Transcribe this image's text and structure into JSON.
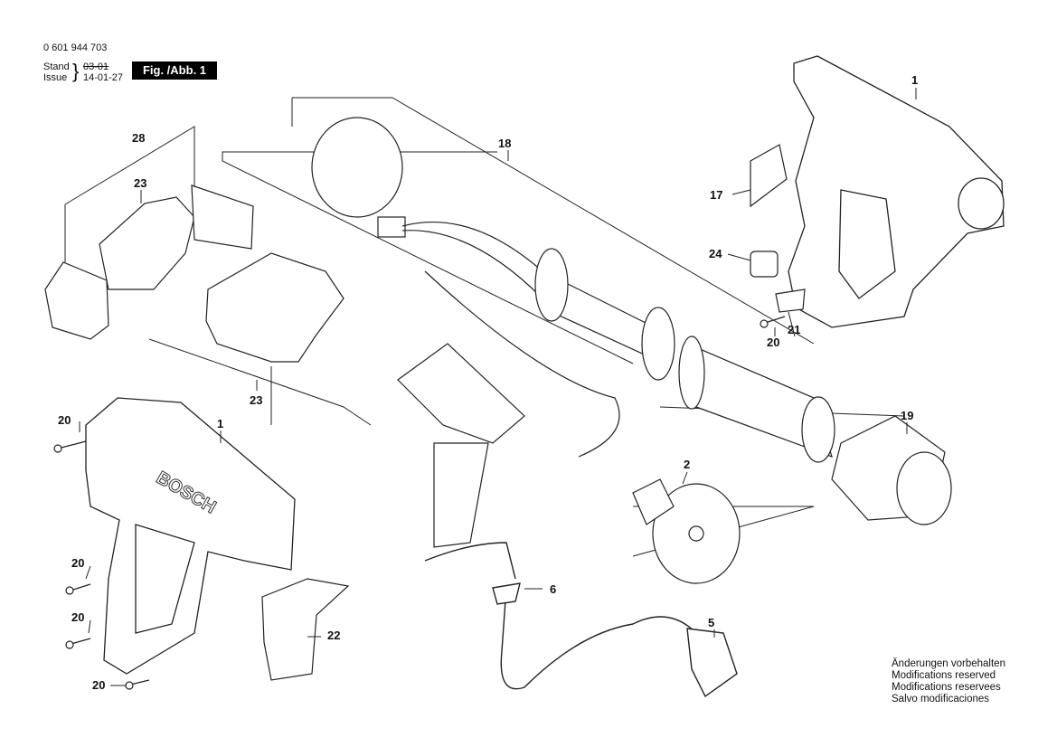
{
  "header": {
    "part_number": "0 601 944 703",
    "stand_label": "Stand",
    "issue_label": "Issue",
    "stand_date": "03-01",
    "issue_date": "14-01-27",
    "figure_label": "Fig. /Abb. 1"
  },
  "brand_mark": "BOSCH",
  "callouts": [
    "1",
    "1",
    "2",
    "5",
    "6",
    "17",
    "18",
    "19",
    "20",
    "20",
    "20",
    "20",
    "20",
    "21",
    "22",
    "23",
    "23",
    "24",
    "28"
  ],
  "notes": [
    "Änderungen vorbehalten",
    "Modifications reserved",
    "Modifications reservees",
    "Salvo modificaciones"
  ]
}
